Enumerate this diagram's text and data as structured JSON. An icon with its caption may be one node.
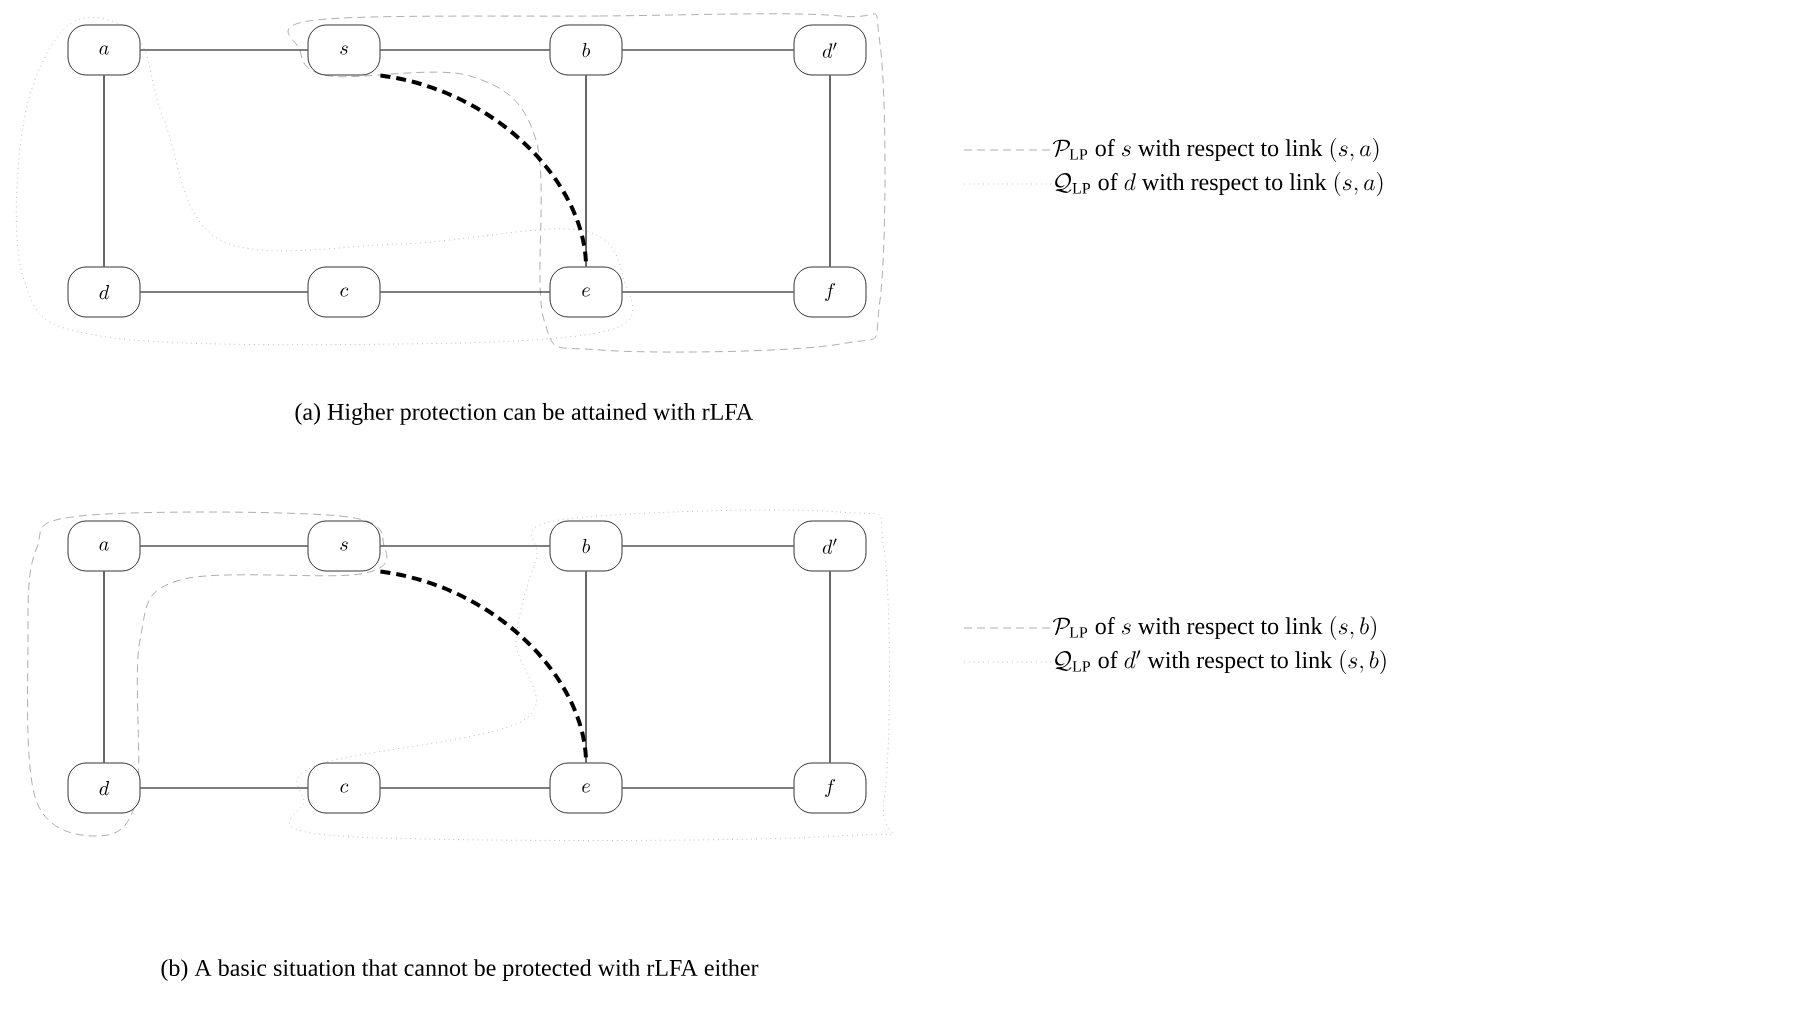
{
  "diagram": {
    "nodes": [
      {
        "text": [
          "a"
        ]
      },
      {
        "text": [
          "s"
        ]
      },
      {
        "text": [
          "b"
        ]
      },
      {
        "text": [
          "d'"
        ]
      },
      {
        "text": [
          "d"
        ]
      },
      {
        "text": [
          "c"
        ]
      },
      {
        "text": [
          "e"
        ]
      },
      {
        "text": [
          "f"
        ]
      },
      {
        "text": [
          "a"
        ]
      },
      {
        "text": [
          "s"
        ]
      },
      {
        "text": [
          "b"
        ]
      },
      {
        "text": [
          "d'"
        ]
      },
      {
        "text": [
          "d"
        ]
      },
      {
        "text": [
          "c"
        ]
      },
      {
        "text": [
          "e"
        ]
      },
      {
        "text": [
          "f"
        ]
      }
    ],
    "edges": [
      {
        "from": 0,
        "to": 1,
        "arrow": "none"
      },
      {
        "from": 1,
        "to": 2,
        "arrow": "none"
      },
      {
        "from": 2,
        "to": 3,
        "arrow": "none"
      },
      {
        "from": 0,
        "to": 4,
        "arrow": "none"
      },
      {
        "from": 2,
        "to": 6,
        "arrow": "none"
      },
      {
        "from": 3,
        "to": 7,
        "arrow": "none"
      },
      {
        "from": 4,
        "to": 5,
        "arrow": "none"
      },
      {
        "from": 5,
        "to": 6,
        "arrow": "none"
      },
      {
        "from": 6,
        "to": 7,
        "arrow": "none"
      },
      {
        "from": 1,
        "to": 6,
        "arrow": "none",
        "style": "dashed"
      },
      {
        "from": 8,
        "to": 9,
        "arrow": "none"
      },
      {
        "from": 9,
        "to": 10,
        "arrow": "none"
      },
      {
        "from": 10,
        "to": 11,
        "arrow": "none"
      },
      {
        "from": 8,
        "to": 12,
        "arrow": "none"
      },
      {
        "from": 10,
        "to": 14,
        "arrow": "none"
      },
      {
        "from": 11,
        "to": 15,
        "arrow": "none"
      },
      {
        "from": 12,
        "to": 13,
        "arrow": "none"
      },
      {
        "from": 13,
        "to": 14,
        "arrow": "none"
      },
      {
        "from": 14,
        "to": 15,
        "arrow": "none"
      },
      {
        "from": 9,
        "to": 14,
        "arrow": "none",
        "style": "dashed"
      }
    ],
    "labels": [
      "(a) Higher protection can be attained with rLFA",
      "(b) A basic situation that cannot be protected with rLFA either"
    ],
    "legend": [
      {
        "text": "\\mathcal{P}_{\\mathrm{LP}}\\text{ of }s\\text{ with respect to link }(s,a)"
      },
      {
        "text": "\\mathcal{Q}_{\\mathrm{LP}}\\text{ of }d\\text{ with respect to link }(s,a)"
      },
      {
        "text": "\\mathcal{P}_{\\mathrm{LP}}\\text{ of }s\\text{ with respect to link }(s,b)"
      },
      {
        "text": "\\mathcal{Q}_{\\mathrm{LP}}\\text{ of }d'\\text{ with respect to link }(s,b)"
      }
    ]
  }
}
